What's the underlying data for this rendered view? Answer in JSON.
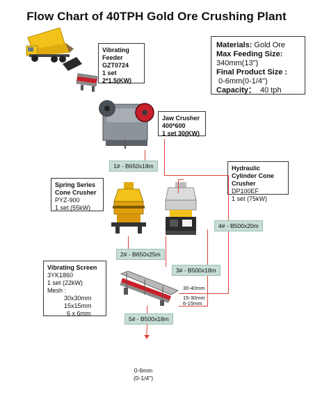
{
  "title": "Flow Chart of 40TPH Gold Ore Crushing Plant",
  "specs": {
    "materials_label": "Materials:",
    "materials_value": "Gold Ore",
    "max_feed_label": "Max Feeding Size:",
    "max_feed_value": "340mm(13\")",
    "final_size_label": "Final Product Size :",
    "final_size_value": "0-6mm(0-1/4\")",
    "capacity_label": "Capacity：",
    "capacity_value": "40 tph"
  },
  "equipment": {
    "feeder": {
      "name": "Vibrating Feeder",
      "model": "GZT0724",
      "qty": "1 set",
      "power": "2*1.5(KW)"
    },
    "jaw": {
      "name": "Jaw Crusher",
      "model": "400*600",
      "qty_power": "1 set 30(KW)"
    },
    "cone_hyd": {
      "name": "Hydraulic Cylinder Cone Crusher",
      "model": "DP100EF",
      "qty_power": "1 set  (75kW)"
    },
    "cone_spring": {
      "name": "Spring Series Cone Crusher",
      "model": "PYZ-900",
      "qty_power": "1 set  (55kW)"
    },
    "screen": {
      "name": "Vibrating Screen",
      "model": "3YK1860",
      "qty_power": "1 set  (22kW)",
      "mesh_label": "Mesh :",
      "mesh": [
        "30x30mm",
        "15x15mm",
        "6 x 6mm"
      ]
    }
  },
  "belts": [
    "1# - B650x18m",
    "2# - B650x25m",
    "3# - B500x18m",
    "4# - B500x20m",
    "5# - B500x18m"
  ],
  "screen_sizes": [
    "30-40mm",
    "15-30mm",
    "6-15mm"
  ],
  "output": {
    "size": "0-6mm",
    "size_in": "(0-1/4\")"
  },
  "colors": {
    "flow_line": "#e0443a",
    "belt_fill": "#c7ddd6",
    "truck_yellow": "#f2c21b",
    "crusher_red": "#c8202a"
  },
  "icons": [
    "dump-truck-icon",
    "vibrating-feeder-icon",
    "jaw-crusher-icon",
    "spring-cone-crusher-icon",
    "hydraulic-cone-crusher-icon",
    "vibrating-screen-icon",
    "down-arrow-icon"
  ]
}
